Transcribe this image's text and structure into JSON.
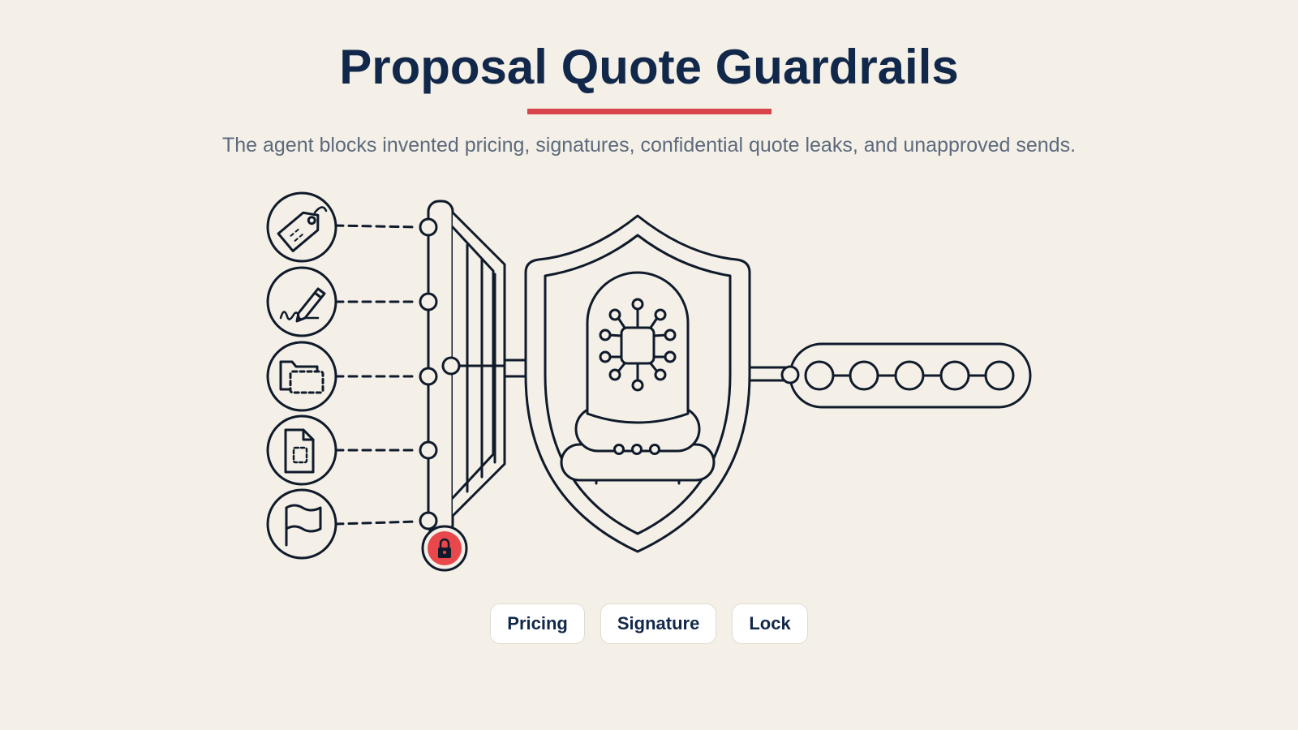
{
  "header": {
    "title": "Proposal Quote Guardrails",
    "subtitle": "The agent blocks invented pricing, signatures, confidential quote leaks, and unapproved sends.",
    "accent_color": "#d9434a",
    "title_color": "#12284a"
  },
  "diagram": {
    "line_color": "#0f1a2a",
    "lock_color": "#e8474c",
    "input_icons": [
      "price-tag-icon",
      "signature-pen-icon",
      "folder-icon",
      "document-icon",
      "flag-icon"
    ],
    "gate_icon": "gate-icon",
    "lock_icon": "padlock-icon",
    "shield_icon": "shield-icon",
    "agent_icon": "ai-chip-dome-icon",
    "output_nodes": 5
  },
  "chips": [
    {
      "label": "Pricing"
    },
    {
      "label": "Signature"
    },
    {
      "label": "Lock"
    }
  ]
}
